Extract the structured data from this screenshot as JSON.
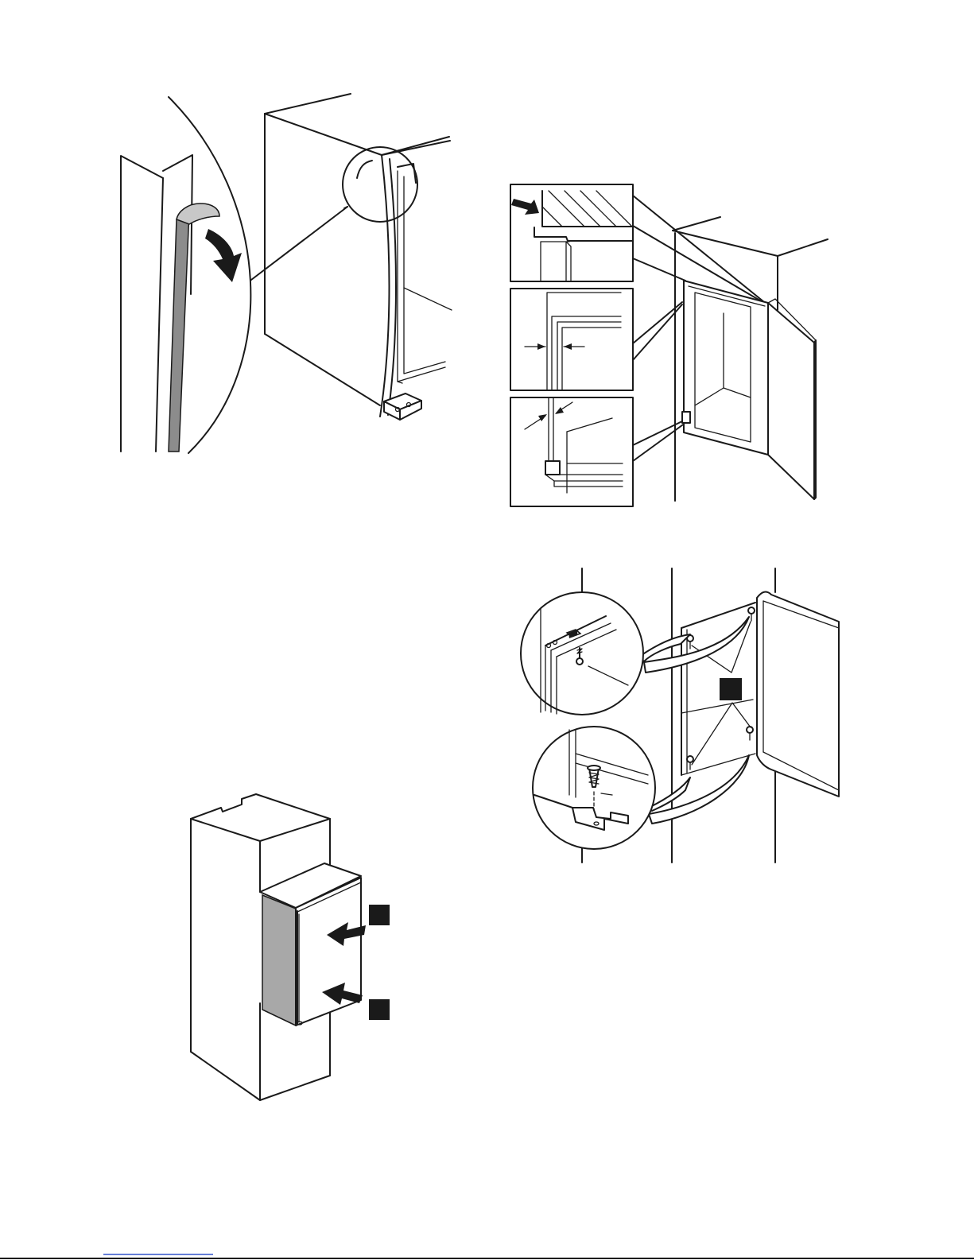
{
  "figures": [
    {
      "id": "tape-seal",
      "icons": [
        "curved-arrow-icon"
      ]
    },
    {
      "id": "door-alignment",
      "icons": [
        "arrow-icon"
      ]
    },
    {
      "id": "hinge-screws",
      "icons": [
        "screw-icon",
        "callout-marker-icon"
      ]
    },
    {
      "id": "push-into-niche",
      "icons": [
        "arrow-icon",
        "callout-marker-icon"
      ]
    }
  ],
  "colors": {
    "line": "#1a1a1a",
    "seal_tape": "#8c8c8c",
    "tape_curl": "#c8c8c8",
    "side_panel": "#a8a8a8"
  }
}
